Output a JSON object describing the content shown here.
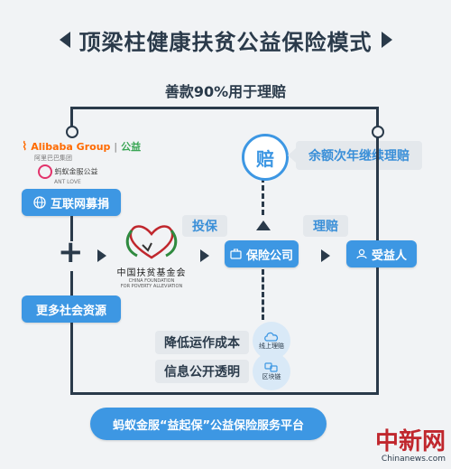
{
  "title": "顶梁柱健康扶贫公益保险模式",
  "top_note": "善款90%用于理赔",
  "logos": {
    "alibaba": "Alibaba Group",
    "alibaba_sub": "阿里巴巴集团",
    "gongyi": "公益",
    "ant": "蚂蚁金服公益",
    "ant_sub": "ANT LOVE",
    "foundation_cn": "中国扶贫基金会",
    "foundation_en1": "CHINA FOUNDATION",
    "foundation_en2": "FOR POVERTY ALLEVIATION"
  },
  "boxes": {
    "internet": "互联网募捐",
    "more_resources": "更多社会资源",
    "insurer": "保险公司",
    "beneficiary": "受益人",
    "platform": "蚂蚁金服“益起保”公益保险服务平台"
  },
  "labels": {
    "insure": "投保",
    "claim": "理赔",
    "balance": "余额次年继续理赔",
    "pei": "赔",
    "plus": "+"
  },
  "features": {
    "cost": "降低运作成本",
    "cost_icon": "线上理赔",
    "transparent": "信息公开透明",
    "transparent_icon": "区块链"
  },
  "watermark": {
    "cn": "中新网",
    "en": "Chinanews.com"
  },
  "colors": {
    "accent": "#3d97e3",
    "dark": "#2a3a4a"
  }
}
